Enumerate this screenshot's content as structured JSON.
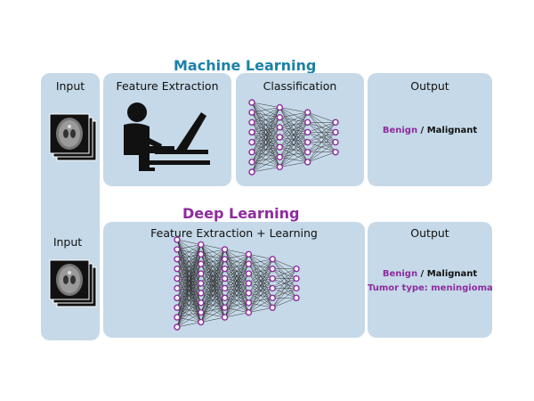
{
  "ml": {
    "title": "Machine Learning",
    "input_label": "Input",
    "feature_label": "Feature Extraction",
    "class_label": "Classification",
    "output_label": "Output",
    "result": {
      "benign": "Benign",
      "sep": " / ",
      "malignant": "Malignant"
    }
  },
  "dl": {
    "title": "Deep Learning",
    "input_label": "Input",
    "feature_label": "Feature Extraction + Learning",
    "output_label": "Output",
    "result": {
      "benign": "Benign",
      "sep": " / ",
      "malignant": "Malignant"
    },
    "tumor": "Tumor type: meningioma"
  },
  "colors": {
    "teal": "#1b82a8",
    "purple": "#8e2b9e",
    "panel": "#c5d9e8"
  },
  "networks": {
    "ml_layers": [
      8,
      7,
      6,
      4
    ],
    "dl_layers": [
      10,
      9,
      8,
      7,
      6,
      4
    ]
  },
  "icons": [
    "mri-stack-icon",
    "person-at-computer-icon",
    "neural-network-icon"
  ]
}
